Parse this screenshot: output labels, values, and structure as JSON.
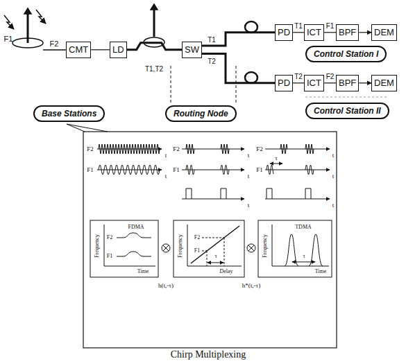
{
  "diagram": {
    "caption": "Chirp Multiplexing",
    "nodes": [
      {
        "text": [
          "CMT"
        ]
      },
      {
        "text": [
          "LD"
        ]
      },
      {
        "text": [
          "SW"
        ]
      },
      {
        "text": [
          "PD"
        ]
      },
      {
        "text": [
          "ICT"
        ]
      },
      {
        "text": [
          "BPF"
        ]
      },
      {
        "text": [
          "DEM"
        ]
      },
      {
        "text": [
          "Control Station I"
        ]
      },
      {
        "text": [
          "PD"
        ]
      },
      {
        "text": [
          "ICT"
        ]
      },
      {
        "text": [
          "BPF"
        ]
      },
      {
        "text": [
          "DEM"
        ]
      },
      {
        "text": [
          "Control Station II"
        ]
      },
      {
        "text": [
          "Base Stations"
        ]
      },
      {
        "text": [
          "Routing Node"
        ]
      }
    ],
    "edges": [
      {
        "from": 0,
        "to": 1,
        "arrow": "none"
      },
      {
        "from": 1,
        "to": 2,
        "label": "T1,T2",
        "arrow": "none"
      },
      {
        "from": 2,
        "to": 3,
        "label": "T1",
        "arrow": "none"
      },
      {
        "from": 2,
        "to": 8,
        "label": "T2",
        "arrow": "none"
      },
      {
        "from": 3,
        "to": 4,
        "label": "T1",
        "arrow": "none"
      },
      {
        "from": 4,
        "to": 5,
        "label": "F1",
        "arrow": "none"
      },
      {
        "from": 5,
        "to": 6,
        "arrow": "to"
      },
      {
        "from": 8,
        "to": 9,
        "label": "T2",
        "arrow": "none"
      },
      {
        "from": 9,
        "to": 10,
        "label": "F2",
        "arrow": "none"
      },
      {
        "from": 10,
        "to": 11,
        "arrow": "to"
      }
    ],
    "labels": [
      "F1",
      "F2",
      "F2",
      "t",
      "F1",
      "t",
      "F2",
      "t",
      "F1",
      "t",
      "t",
      "F2",
      "t",
      "F1",
      "τ",
      "t",
      "t",
      "Frequency",
      "F2",
      "FDMA",
      "F1",
      "Time",
      "h(t,-τ)",
      "Frequency",
      "F2",
      "F1",
      "τ",
      "Delay",
      "h*(t,-τ)",
      "Frequency",
      "TDMA",
      "τ",
      "Time"
    ]
  }
}
